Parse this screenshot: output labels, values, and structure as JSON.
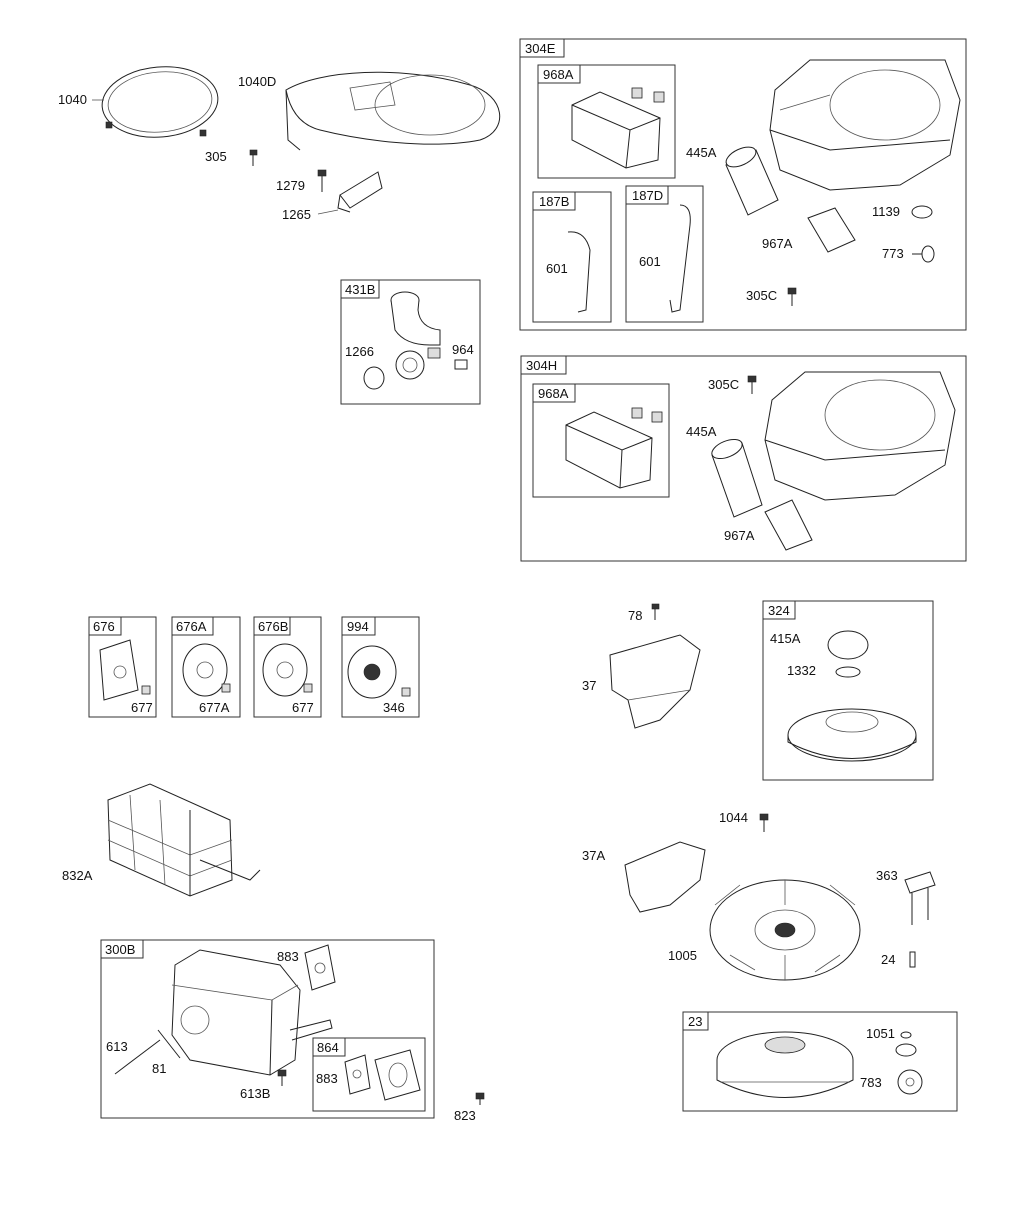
{
  "boxes": {
    "b304E": "304E",
    "b968A_1": "968A",
    "b187B": "187B",
    "b187D": "187D",
    "b431B": "431B",
    "b304H": "304H",
    "b968A_2": "968A",
    "b676": "676",
    "b676A": "676A",
    "b676B": "676B",
    "b994": "994",
    "b324": "324",
    "b300B": "300B",
    "b864": "864",
    "b23": "23"
  },
  "parts": {
    "p1040": "1040",
    "p1040D": "1040D",
    "p305": "305",
    "p1279": "1279",
    "p1265": "1265",
    "p1266": "1266",
    "p964": "964",
    "p445A_1": "445A",
    "p601_1": "601",
    "p601_2": "601",
    "p1139": "1139",
    "p967A_1": "967A",
    "p773": "773",
    "p305C_1": "305C",
    "p305C_2": "305C",
    "p445A_2": "445A",
    "p967A_2": "967A",
    "p677_1": "677",
    "p677A": "677A",
    "p677_2": "677",
    "p346": "346",
    "p78": "78",
    "p37": "37",
    "p415A": "415A",
    "p1332": "1332",
    "p832A": "832A",
    "p1044": "1044",
    "p37A": "37A",
    "p363": "363",
    "p1005": "1005",
    "p24": "24",
    "p883_1": "883",
    "p883_2": "883",
    "p613": "613",
    "p81": "81",
    "p613B": "613B",
    "p823": "823",
    "p1051": "1051",
    "p783": "783"
  }
}
